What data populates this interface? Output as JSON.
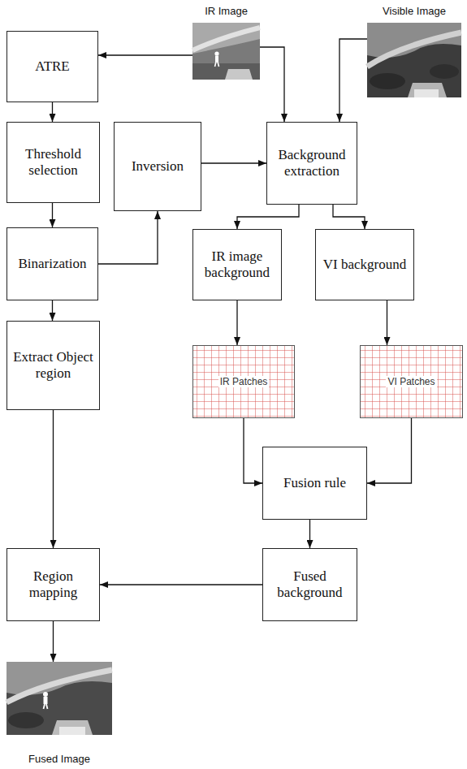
{
  "diagram": {
    "nodes": [
      {
        "text": [
          "IR Image"
        ]
      },
      {
        "text": [
          "Visible Image"
        ]
      },
      {
        "text": [
          "ATRE"
        ]
      },
      {
        "text": [
          "Threshold selection"
        ]
      },
      {
        "text": [
          "Inversion"
        ]
      },
      {
        "text": [
          "Background extraction"
        ]
      },
      {
        "text": [
          "Binarization"
        ]
      },
      {
        "text": [
          "IR image background"
        ]
      },
      {
        "text": [
          "VI background"
        ]
      },
      {
        "text": [
          "Extract Object region"
        ]
      },
      {
        "text": [
          "IR Patches"
        ]
      },
      {
        "text": [
          "VI Patches"
        ]
      },
      {
        "text": [
          "Fusion rule"
        ]
      },
      {
        "text": [
          "Region mapping"
        ]
      },
      {
        "text": [
          "Fused background"
        ]
      },
      {
        "text": [
          "Fused Image"
        ]
      }
    ],
    "edges": [
      {
        "from": 0,
        "to": 2,
        "arrow": "to"
      },
      {
        "from": 0,
        "to": 5,
        "arrow": "to"
      },
      {
        "from": 1,
        "to": 5,
        "arrow": "to"
      },
      {
        "from": 2,
        "to": 3,
        "arrow": "to"
      },
      {
        "from": 3,
        "to": 6,
        "arrow": "to"
      },
      {
        "from": 6,
        "to": 9,
        "arrow": "to"
      },
      {
        "from": 6,
        "to": 4,
        "arrow": "to"
      },
      {
        "from": 4,
        "to": 5,
        "arrow": "to"
      },
      {
        "from": 5,
        "to": 7,
        "arrow": "to"
      },
      {
        "from": 5,
        "to": 8,
        "arrow": "to"
      },
      {
        "from": 7,
        "to": 10,
        "arrow": "to"
      },
      {
        "from": 8,
        "to": 11,
        "arrow": "to"
      },
      {
        "from": 10,
        "to": 12,
        "arrow": "to"
      },
      {
        "from": 11,
        "to": 12,
        "arrow": "to"
      },
      {
        "from": 12,
        "to": 14,
        "arrow": "to"
      },
      {
        "from": 9,
        "to": 13,
        "arrow": "to"
      },
      {
        "from": 14,
        "to": 13,
        "arrow": "to"
      },
      {
        "from": 13,
        "to": 15,
        "arrow": "to"
      }
    ]
  }
}
